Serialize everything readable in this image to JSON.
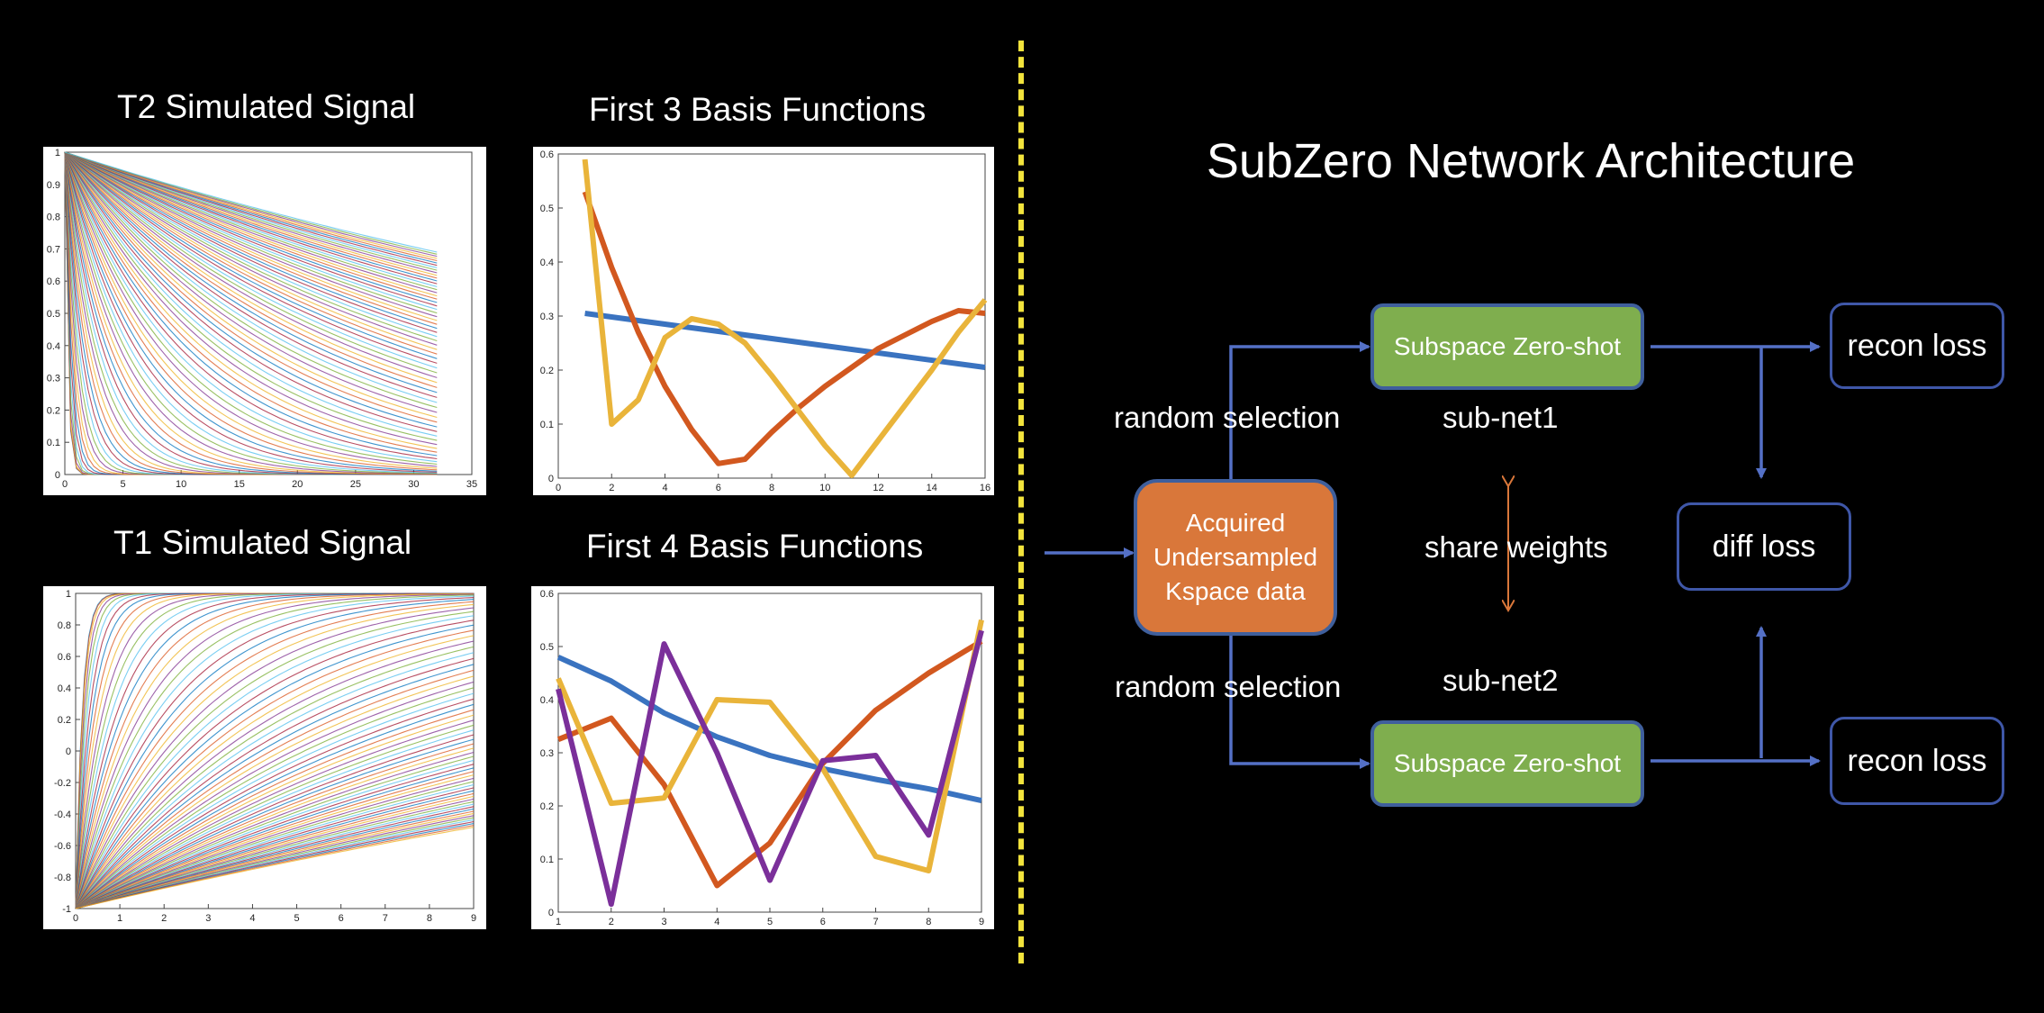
{
  "left_panel": {
    "titles": {
      "t2": "T2 Simulated Signal",
      "basis3": "First 3 Basis Functions",
      "t1": "T1 Simulated Signal",
      "basis4": "First 4 Basis Functions"
    }
  },
  "chart_data": [
    {
      "type": "line",
      "title": "T2 Simulated Signal",
      "description_family": "decaying exponential curves",
      "xlim": [
        0,
        35
      ],
      "ylim": [
        0,
        1
      ],
      "xticks": [
        "0",
        "5",
        "10",
        "15",
        "20",
        "25",
        "30",
        "35"
      ],
      "yticks": [
        "0",
        "0.1",
        "0.2",
        "0.3",
        "0.4",
        "0.5",
        "0.6",
        "0.7",
        "0.8",
        "0.9",
        "1"
      ],
      "series_x_end": 32,
      "family_end_values": [
        0.0,
        0.69
      ],
      "colors": [
        "#0072bd",
        "#d95319",
        "#edb120",
        "#7e2f8e",
        "#77ac30",
        "#4dbeee",
        "#a2142f"
      ]
    },
    {
      "type": "line",
      "title": "First 3 Basis Functions",
      "xlim": [
        0,
        16
      ],
      "ylim": [
        0,
        0.6
      ],
      "xticks": [
        "0",
        "2",
        "4",
        "6",
        "8",
        "10",
        "12",
        "14",
        "16"
      ],
      "yticks": [
        "0",
        "0.1",
        "0.2",
        "0.3",
        "0.4",
        "0.5",
        "0.6"
      ],
      "series": [
        {
          "color": "#3a73c0",
          "x": [
            1,
            16
          ],
          "values": [
            0.305,
            0.205
          ]
        },
        {
          "color": "#d2581f",
          "x": [
            1,
            2,
            3,
            4,
            5,
            6,
            7,
            8,
            9,
            10,
            11,
            12,
            13,
            14,
            15,
            16
          ],
          "values": [
            0.53,
            0.39,
            0.27,
            0.17,
            0.09,
            0.027,
            0.035,
            0.085,
            0.13,
            0.17,
            0.205,
            0.24,
            0.265,
            0.29,
            0.31,
            0.305
          ]
        },
        {
          "color": "#e9b43a",
          "x": [
            1,
            2,
            3,
            4,
            5,
            6,
            7,
            8,
            9,
            10,
            11,
            12,
            13,
            14,
            15,
            16
          ],
          "values": [
            0.59,
            0.1,
            0.145,
            0.26,
            0.295,
            0.285,
            0.25,
            0.19,
            0.125,
            0.06,
            0.005,
            0.07,
            0.135,
            0.2,
            0.27,
            0.33
          ]
        }
      ]
    },
    {
      "type": "line",
      "title": "T1 Simulated Signal",
      "description_family": "inversion recovery curves",
      "xlim": [
        0,
        9
      ],
      "ylim": [
        -1,
        1
      ],
      "xticks": [
        "0",
        "1",
        "2",
        "3",
        "4",
        "5",
        "6",
        "7",
        "8",
        "9"
      ],
      "yticks": [
        "-1",
        "-0.8",
        "-0.6",
        "-0.4",
        "-0.2",
        "0",
        "0.2",
        "0.4",
        "0.6",
        "0.8",
        "1"
      ],
      "colors": [
        "#0072bd",
        "#d95319",
        "#edb120",
        "#7e2f8e",
        "#77ac30",
        "#4dbeee",
        "#a2142f"
      ]
    },
    {
      "type": "line",
      "title": "First 4 Basis Functions",
      "xlim": [
        1,
        9
      ],
      "ylim": [
        0,
        0.6
      ],
      "xticks": [
        "1",
        "2",
        "3",
        "4",
        "5",
        "6",
        "7",
        "8",
        "9"
      ],
      "yticks": [
        "0",
        "0.1",
        "0.2",
        "0.3",
        "0.4",
        "0.5",
        "0.6"
      ],
      "series": [
        {
          "color": "#3a73c0",
          "x": [
            1,
            2,
            3,
            4,
            5,
            6,
            7,
            8,
            9
          ],
          "values": [
            0.48,
            0.435,
            0.375,
            0.33,
            0.295,
            0.27,
            0.25,
            0.232,
            0.21
          ]
        },
        {
          "color": "#d2581f",
          "x": [
            1,
            2,
            3,
            4,
            5,
            6,
            7,
            8,
            9
          ],
          "values": [
            0.325,
            0.365,
            0.24,
            0.05,
            0.13,
            0.28,
            0.38,
            0.45,
            0.51
          ]
        },
        {
          "color": "#e9b43a",
          "x": [
            1,
            2,
            3,
            4,
            5,
            6,
            7,
            8,
            9
          ],
          "values": [
            0.44,
            0.205,
            0.215,
            0.4,
            0.395,
            0.27,
            0.105,
            0.078,
            0.55
          ]
        },
        {
          "color": "#7b2f9a",
          "x": [
            1,
            2,
            3,
            4,
            5,
            6,
            7,
            8,
            9
          ],
          "values": [
            0.42,
            0.015,
            0.505,
            0.3,
            0.06,
            0.285,
            0.295,
            0.145,
            0.53
          ]
        }
      ]
    }
  ],
  "architecture": {
    "title": "SubZero Network Architecture",
    "input_box": [
      "Acquired",
      "Undersampled",
      "Kspace data"
    ],
    "top_net": "Subspace Zero-shot",
    "bottom_net": "Subspace Zero-shot",
    "random_top": "random selection",
    "random_bottom": "random selection",
    "subnet1": "sub-net1",
    "subnet2": "sub-net2",
    "share": "share weights",
    "recon_top": "recon loss",
    "recon_bottom": "recon loss",
    "diff": "diff loss",
    "colors": {
      "arrow": "#5470c6",
      "share_arrow": "#d9773a",
      "green": "#7fae4e",
      "orange": "#d9773a",
      "border": "#3f57a8",
      "divider": "#f2e33c"
    }
  }
}
